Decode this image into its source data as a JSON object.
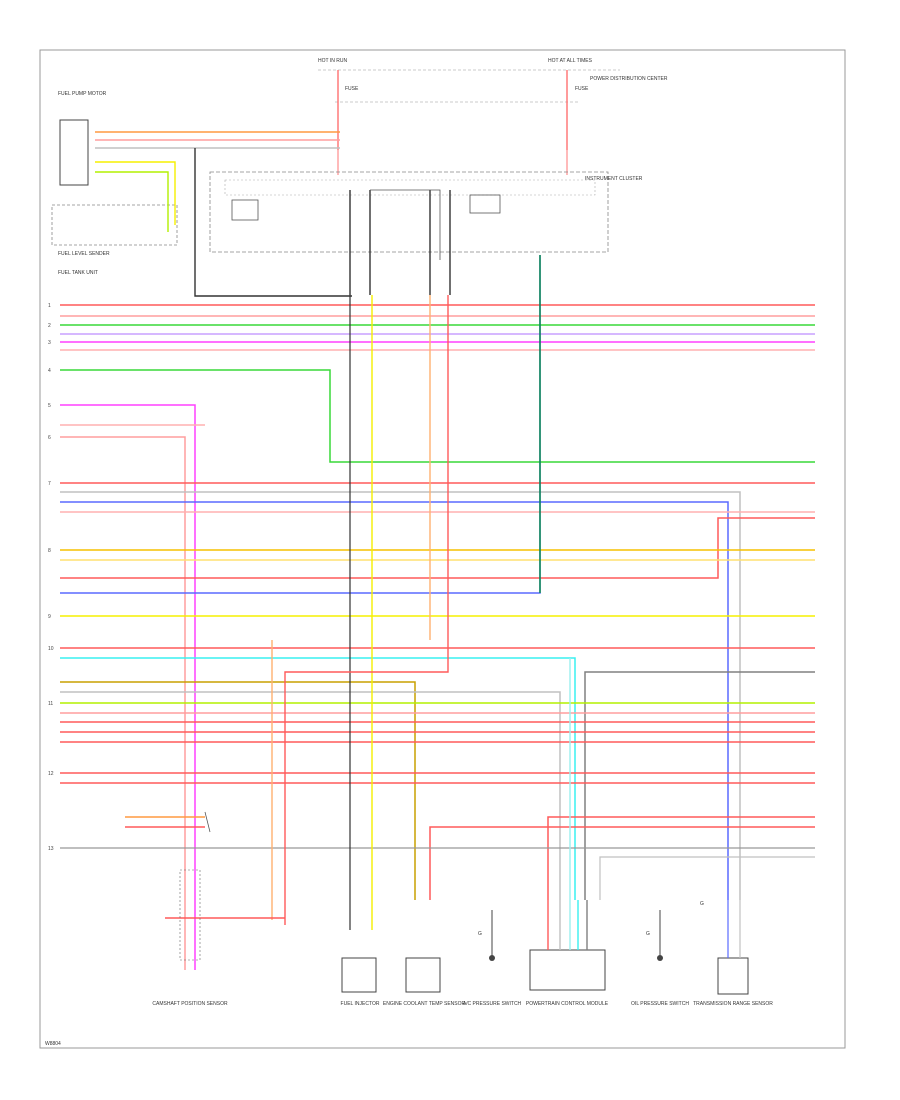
{
  "colors": {
    "red": "#ff5a5a",
    "pink": "#ff9d9d",
    "green": "#38d838",
    "magenta": "#ff40ff",
    "orange": "#ff9a40",
    "yellow": "#f5f000",
    "blue": "#5a6aff",
    "cyan": "#38f0f0",
    "lime": "#b4f000",
    "grey": "#c0c0c0",
    "dark": "#333333",
    "darkgreen": "#008840",
    "olive": "#c8a000"
  },
  "labels": {
    "hot_in_run": "HOT IN RUN",
    "hot_at_all_times": "HOT AT ALL TIMES",
    "fuse_left": "FUSE",
    "fuse_right": "FUSE",
    "power_dist_center": "POWER DISTRIBUTION CENTER",
    "instrument_cluster": "INSTRUMENT CLUSTER",
    "fuel_tank_unit": "FUEL TANK UNIT",
    "fuel_pump_motor": "FUEL PUMP MOTOR",
    "fuel_level_sender": "FUEL LEVEL SENDER",
    "ground_left": "G",
    "ground_mid": "G",
    "ground_right": "G",
    "code": "W8804"
  },
  "components": [
    {
      "name": "component-1",
      "label": "CAMSHAFT POSITION SENSOR"
    },
    {
      "name": "component-2",
      "label": "FUEL INJECTOR"
    },
    {
      "name": "component-3",
      "label": "ENGINE COOLANT TEMP SENSOR"
    },
    {
      "name": "component-4",
      "label": "A/C PRESSURE SWITCH"
    },
    {
      "name": "component-5",
      "label": "POWERTRAIN CONTROL MODULE"
    },
    {
      "name": "component-6",
      "label": "OIL PRESSURE SWITCH"
    },
    {
      "name": "component-7",
      "label": "TRANSMISSION RANGE SENSOR"
    }
  ]
}
